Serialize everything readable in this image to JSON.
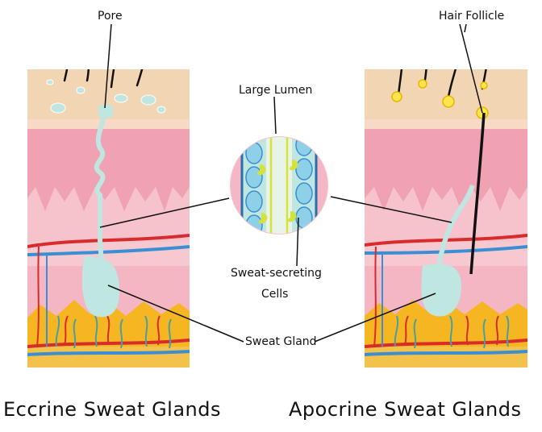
{
  "labels": {
    "pore": "Pore",
    "hair_follicle": "Hair  Follicle",
    "large_lumen": "Large  Lumen",
    "sweat_secreting": "Sweat-secreting",
    "cells": "Cells",
    "sweat_gland": "Sweat Gland"
  },
  "titles": {
    "eccrine": "Eccrine  Sweat  Glands",
    "apocrine": "Apocrine  Sweat  Glands"
  },
  "colors": {
    "epidermis": "#f2d5b3",
    "dermis_pink": "#f0a2b3",
    "dermis_light": "#f6c3cd",
    "gland": "#bfe6e1",
    "fat": "#f5b621",
    "artery": "#d92b2b",
    "vein": "#3a8fd4",
    "lumen_line": "#d6e23a"
  }
}
